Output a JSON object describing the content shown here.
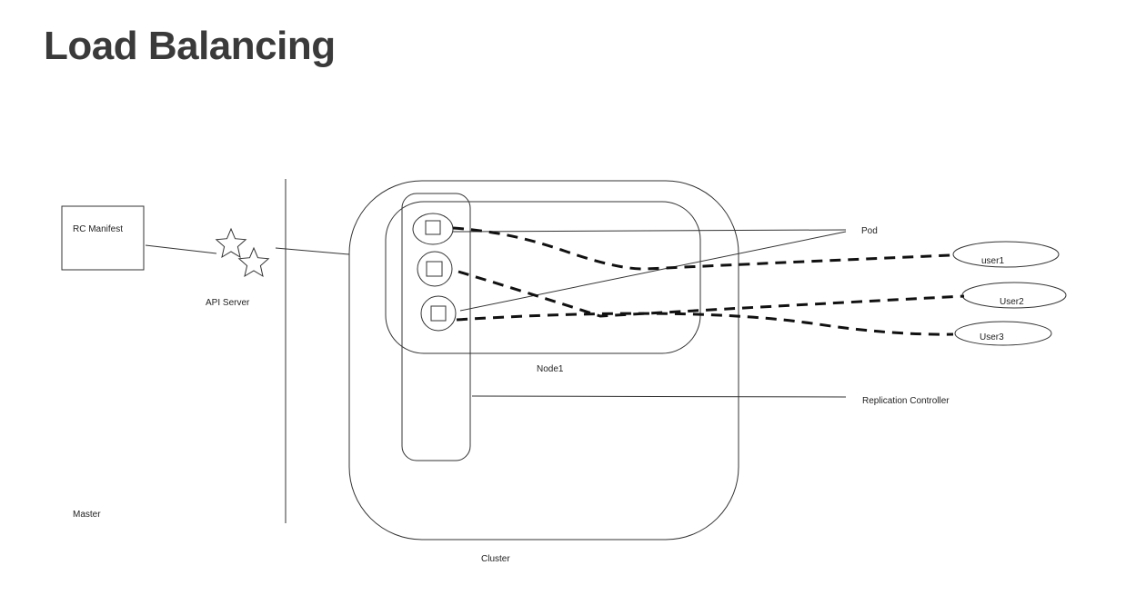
{
  "title": "Load Balancing",
  "labels": {
    "rc_manifest": "RC Manifest",
    "api_server": "API Server",
    "master": "Master",
    "cluster": "Cluster",
    "node": "Node1",
    "pod": "Pod",
    "replication_controller": "Replication Controller"
  },
  "users": [
    "user1",
    "User2",
    "User3"
  ],
  "icons": {
    "api_server": "star-icon",
    "pod": "square-in-circle-icon"
  }
}
